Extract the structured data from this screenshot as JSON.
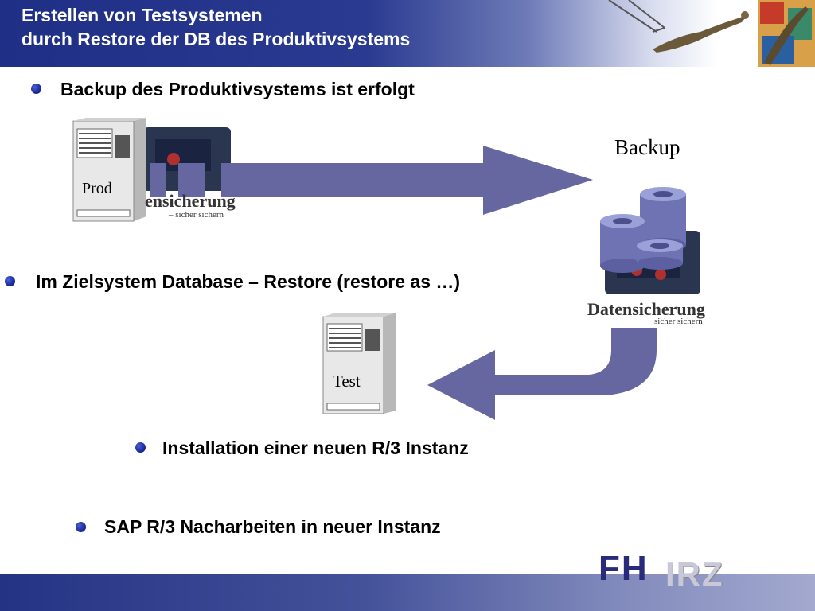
{
  "header": {
    "title_line1": "Erstellen von Testsystemen",
    "title_line2": "durch Restore der DB des Produktivsystems"
  },
  "bullets": [
    {
      "text": "Backup des Produktivsystems ist erfolgt"
    },
    {
      "text": "Im Zielsystem Database – Restore (restore as …)"
    },
    {
      "text": "Installation einer neuen R/3 Instanz"
    },
    {
      "text": "SAP R/3 Nacharbeiten in neuer Instanz"
    }
  ],
  "diagram": {
    "prod_label": "Prod",
    "test_label": "Test",
    "backup_label": "Backup",
    "tape_text_1": "ensicherung",
    "tape_sub_1": "– sicher sichern",
    "tape_text_2": "Datensicherung",
    "tape_sub_2": "sicher sichern"
  },
  "logo": {
    "part1": "FH",
    "part2": "IRZ"
  },
  "colors": {
    "header_blue": "#1f2f86",
    "arrow": "#6666a0",
    "bullet_dot": "#1a2a9a",
    "db_cylinder": "#7378b8"
  }
}
